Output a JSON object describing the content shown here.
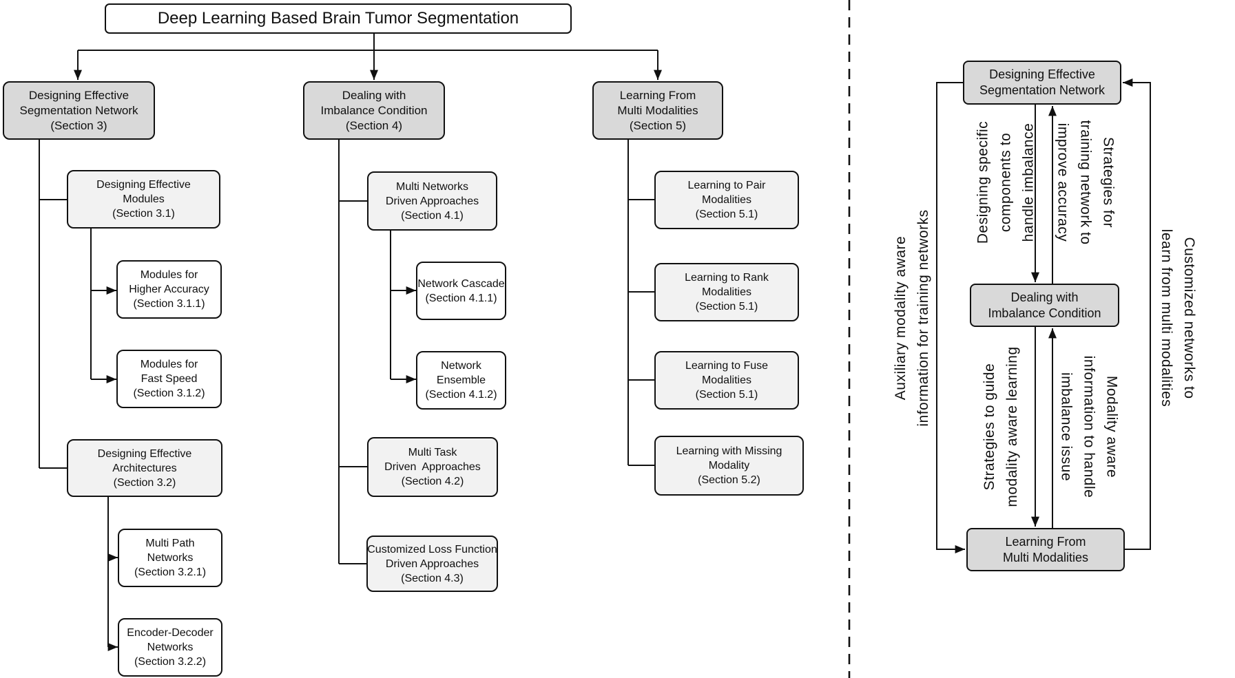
{
  "chart": {
    "root": "Deep Learning Based Brain Tumor Segmentation",
    "b_section3": "Designing Effective\nSegmentation Network\n(Section 3)",
    "b_section4": "Dealing with\nImbalance Condition\n(Section 4)",
    "b_section5": "Learning From\nMulti Modalities\n(Section 5)",
    "s31": "Designing Effective\nModules\n(Section 3.1)",
    "s311": "Modules for\nHigher Accuracy\n(Section 3.1.1)",
    "s312": "Modules for\nFast Speed\n(Section 3.1.2)",
    "s32": "Designing Effective\nArchitectures\n(Section 3.2)",
    "s321": "Multi Path\nNetworks\n(Section 3.2.1)",
    "s322": "Encoder-Decoder\nNetworks\n(Section 3.2.2)",
    "s41": "Multi Networks\nDriven Approaches\n(Section 4.1)",
    "s411": "Network Cascade\n(Section 4.1.1)",
    "s412": "Network\nEnsemble\n(Section 4.1.2)",
    "s42": "Multi Task\nDriven  Approaches\n(Section 4.2)",
    "s43": "Customized Loss Function\nDriven Approaches\n(Section 4.3)",
    "s51": "Learning to Pair\nModalities\n(Section 5.1)",
    "s52": "Learning to Rank\nModalities\n(Section 5.1)",
    "s53": "Learning to Fuse\nModalities\n(Section 5.1)",
    "s54": "Learning with Missing\nModality\n(Section 5.2)"
  },
  "cycle": {
    "n_design": "Designing Effective\nSegmentation Network",
    "n_imbalance": "Dealing with\nImbalance Condition",
    "n_multimodal": "Learning From\nMulti Modalities",
    "e_aux": "Auxiliary modality aware\ninformation for training networks",
    "e_components": "Designing specific\ncomponents to\nhandle imbalance",
    "e_strategies": "Strategies for\ntraining network to\nimprove accuracy",
    "e_guide": "Strategies to guide\nmodality aware learning",
    "e_modality_info": "Modality aware\ninformation to handle\nimbalance issue",
    "e_customized": "Customized networks to\nlearn from multi modalities"
  },
  "colors": {
    "branch_fill": "#d9d9d9",
    "level2_fill": "#f2f2f2",
    "level3_fill": "#ffffff",
    "line": "#101010"
  }
}
